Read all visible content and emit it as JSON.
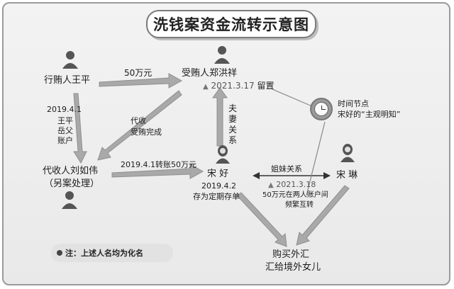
{
  "title": "洗钱案资金流转示意图",
  "nodes": {
    "briber": "行贿人王平",
    "bribee": "受贿人郑洪祥",
    "agent_line1": "代收人刘如伟",
    "agent_line2": "（另案处理）",
    "song_hao": "宋 好",
    "song_lin": "宋 琳",
    "dest_line1": "购买外汇",
    "dest_line2": "汇给境外女儿"
  },
  "labels": {
    "amount_50": "50万元",
    "bribee_date": "2021.3.17",
    "bribee_date_suffix": "留置",
    "date_2019_4_1": "2019.4.1",
    "in_law_account": "王平岳父账户",
    "collect": "代收",
    "bribe_done": "受贿完成",
    "transfer": "2019.4.1转账50万元",
    "spouse": "夫妻关系",
    "song_hao_date": "2019.4.2",
    "deposit": "存为定期存单",
    "sisters": "姐妹关系",
    "sis_date": "2021.3.18",
    "sis_note1": "50万元在两人账户间",
    "sis_note2": "频繁互转",
    "time_node": "时间节点",
    "knowing_prefix": "宋好的",
    "knowing_quote": "“主观明知”",
    "note": "注：上述人名均为化名"
  },
  "colors": {
    "arrow_fill": "#a9a9a9",
    "line": "#8a8a8a",
    "icon": "#555555"
  }
}
